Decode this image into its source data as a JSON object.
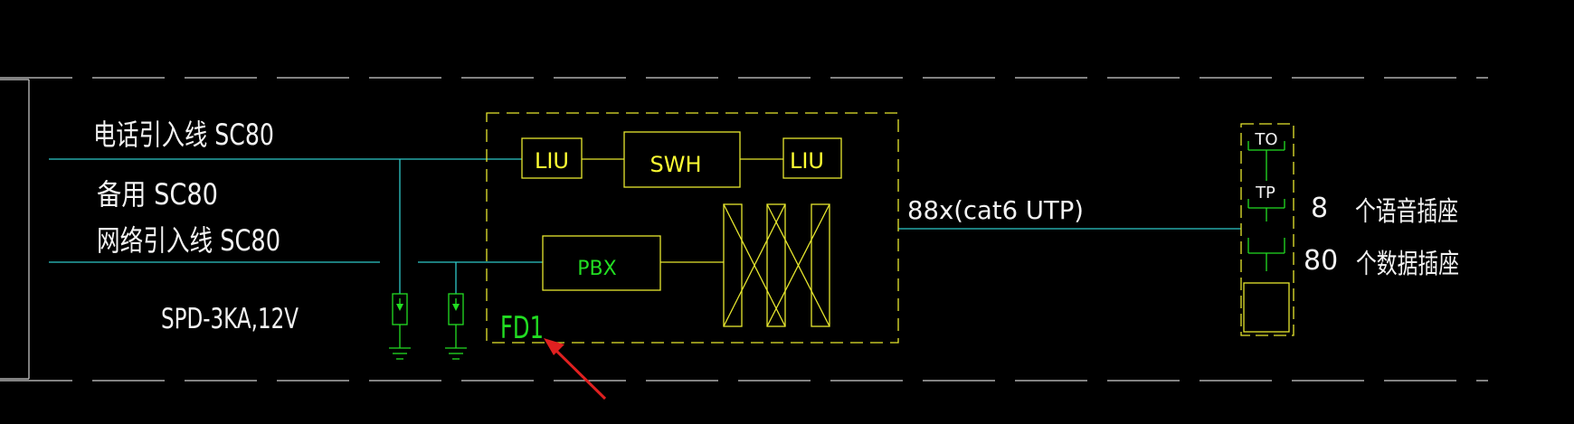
{
  "colors": {
    "background": "#000000",
    "dashed_border": "#d0d0d0",
    "cable": "#2ec8c8",
    "equipment": "#e6e62e",
    "label_green": "#22dd22",
    "arrow": "#e02020",
    "text": "#f2f2f2"
  },
  "incoming": {
    "phone_line": "电话引入线 SC80",
    "spare": "备用 SC80",
    "network_line": "网络引入线 SC80"
  },
  "surge_protector_label": "SPD-3KA,12V",
  "cabinet": {
    "name": "FD1",
    "liu_left": "LIU",
    "switch": "SWH",
    "liu_right": "LIU",
    "pbx": "PBX"
  },
  "horizontal_cable": "88x(cat6 UTP)",
  "outlet": {
    "to_label": "TO",
    "tp_label": "TP",
    "voice_count": "8",
    "voice_text": "个语音插座",
    "data_count": "80",
    "data_text": "个数据插座"
  }
}
